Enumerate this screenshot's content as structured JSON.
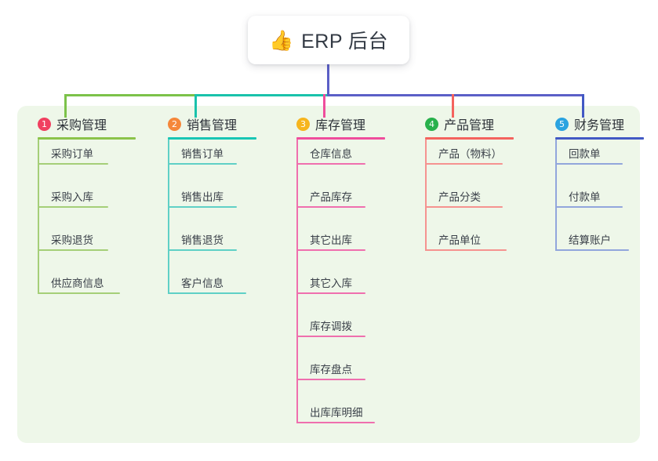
{
  "root": {
    "icon": "thumbs-up-icon",
    "emoji": "👍",
    "title": "ERP 后台"
  },
  "panel": {
    "background": "#eef7e9"
  },
  "connector": {
    "stem_color": "#5b5fc7",
    "bus_colors": [
      "#7cc24a",
      "#19c2ab",
      "#5b5fc7",
      "#5b5fc7"
    ]
  },
  "columns": [
    {
      "index": "1",
      "title": "采购管理",
      "badge_color": "#f04060",
      "line_color": "#8bc34a",
      "leaf_line_color": "#a5cf78",
      "drop_color": "#7cc24a",
      "items": [
        "采购订单",
        "采购入库",
        "采购退货",
        "供应商信息"
      ]
    },
    {
      "index": "2",
      "title": "销售管理",
      "badge_color": "#f5873a",
      "line_color": "#18c6b4",
      "leaf_line_color": "#5fd0c6",
      "drop_color": "#19c2ab",
      "items": [
        "销售订单",
        "销售出库",
        "销售退货",
        "客户信息"
      ]
    },
    {
      "index": "3",
      "title": "库存管理",
      "badge_color": "#f6b51e",
      "line_color": "#ef4d9c",
      "leaf_line_color": "#ef6fae",
      "drop_color": "#ef4d9c",
      "items": [
        "仓库信息",
        "产品库存",
        "其它出库",
        "其它入库",
        "库存调拨",
        "库存盘点",
        "出库库明细"
      ]
    },
    {
      "index": "4",
      "title": "产品管理",
      "badge_color": "#28b14c",
      "line_color": "#f4635e",
      "leaf_line_color": "#f59390",
      "drop_color": "#f4635e",
      "items": [
        "产品（物料）",
        "产品分类",
        "产品单位"
      ]
    },
    {
      "index": "5",
      "title": "财务管理",
      "badge_color": "#2aa3e0",
      "line_color": "#4259c4",
      "leaf_line_color": "#92a6dc",
      "drop_color": "#4259c4",
      "items": [
        "回款单",
        "付款单",
        "结算账户"
      ]
    }
  ]
}
